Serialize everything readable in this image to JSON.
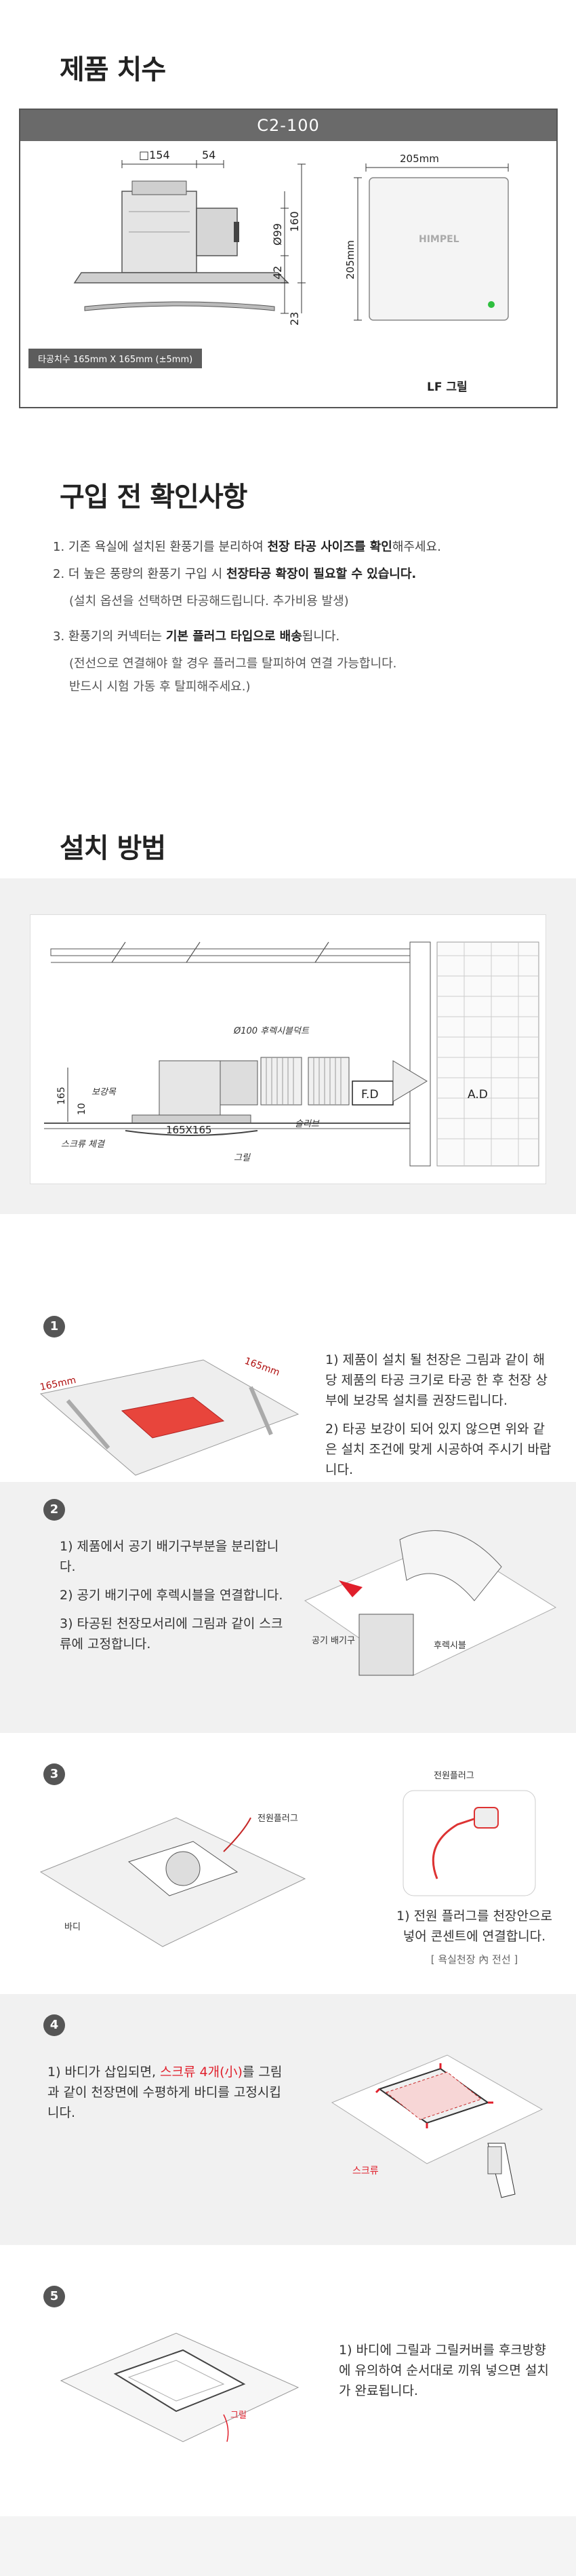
{
  "section1": {
    "title": "제품 치수",
    "model": "C2-100",
    "dims": {
      "top_width": "□154",
      "side": "54",
      "dia": "Ø99",
      "height": "160",
      "h42": "42",
      "h23": "23",
      "grille_w": "205mm",
      "grille_h": "205mm",
      "brand": "HIMPEL"
    },
    "cutout_caption": "타공치수   165mm X 165mm (±5mm)",
    "grille_label": "LF 그릴"
  },
  "section2": {
    "title": "구입 전 확인사항",
    "items": [
      {
        "pre": "1. 기존 욕실에 설치된 환풍기를 분리하여 ",
        "bold": "천장 타공 사이즈를 확인",
        "post": "해주세요."
      },
      {
        "pre": "2. 더 높은 풍량의 환풍기 구입 시 ",
        "bold": "천장타공 확장이 필요할 수 있습니다.",
        "post": ""
      },
      {
        "sub": "(설치 옵션을 선택하면 타공해드립니다. 추가비용 발생)"
      },
      {
        "pre": "3. 환풍기의 커넥터는 ",
        "bold": "기본 플러그 타입으로 배송",
        "post": "됩니다."
      },
      {
        "sub": "(전선으로 연결해야 할 경우 플러그를 탈피하여 연결 가능합니다."
      },
      {
        "sub": "반드시 시험 가동 후 탈피해주세요.)"
      }
    ]
  },
  "section3": {
    "title": "설치 방법",
    "diagram": {
      "duct": "Ø100 후렉시블덕트",
      "reinforce": "보강목",
      "screw": "스크류 체결",
      "size": "165X165",
      "grille": "그릴",
      "sleeve": "슬리브",
      "fd": "F.D",
      "ad": "A.D",
      "h165": "165",
      "h10": "10"
    },
    "steps": [
      {
        "num": "1",
        "texts": [
          "1) 제품이 설치 될 천장은 그림과 같이 해당 제품의 타공 크기로 타공 한 후 천장 상부에 보강목 설치를 권장드립니다.",
          "2) 타공 보강이 되어 있지 않으면 위와 같은 설치 조건에 맞게 시공하여 주시기 바랍니다."
        ],
        "labels": [
          "165mm",
          "165mm"
        ]
      },
      {
        "num": "2",
        "texts": [
          "1) 제품에서 공기 배기구부분을 분리합니다.",
          "2) 공기 배기구에 후렉시블을 연결합니다.",
          "3) 타공된 천장모서리에 그림과 같이 스크류에 고정합니다."
        ],
        "labels": [
          "공기 배기구",
          "후렉시블"
        ]
      },
      {
        "num": "3",
        "texts": [
          "1) 전원 플러그를 천장안으로 넣어 콘센트에 연결합니다."
        ],
        "note": "[ 욕실천장 內 전선 ]",
        "labels": [
          "전원플러그",
          "전원플러그",
          "바디"
        ]
      },
      {
        "num": "4",
        "pre": "1) 바디가 삽입되면, ",
        "red": "스크류 4개(小)",
        "post": "를 그림과 같이 천장면에 수평하게 바디를 고정시킵니다.",
        "labels": [
          "스크류"
        ]
      },
      {
        "num": "5",
        "texts": [
          "1) 바디에 그릴과 그릴커버를 후크방향에 유의하여 순서대로 끼워 넣으면 설치가 완료됩니다."
        ],
        "labels": [
          "그릴"
        ]
      }
    ]
  }
}
